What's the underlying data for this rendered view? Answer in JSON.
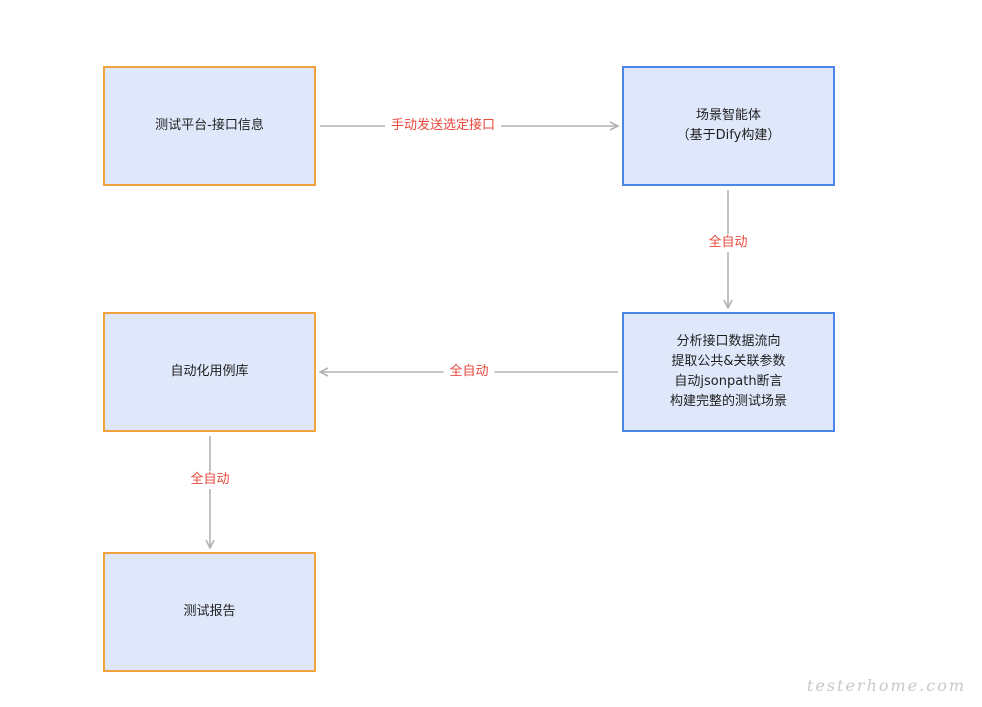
{
  "nodes": {
    "platform": {
      "lines": [
        "测试平台-接口信息"
      ]
    },
    "agent": {
      "lines": [
        "场景智能体",
        "（基于Dify构建）"
      ]
    },
    "analysis": {
      "lines": [
        "分析接口数据流向",
        "提取公共&关联参数",
        "自动jsonpath断言",
        "构建完整的测试场景"
      ]
    },
    "library": {
      "lines": [
        "自动化用例库"
      ]
    },
    "report": {
      "lines": [
        "测试报告"
      ]
    }
  },
  "edges": {
    "platform_to_agent": "手动发送选定接口",
    "agent_to_analysis": "全自动",
    "analysis_to_library": "全自动",
    "library_to_report": "全自动"
  },
  "watermark": "testerhome.com",
  "colors": {
    "node_fill": "#dfe7fa",
    "orange_border": "#f0a23c",
    "blue_border": "#4c86e6",
    "edge_label": "#e8483b",
    "arrow": "#b3b3b3"
  }
}
